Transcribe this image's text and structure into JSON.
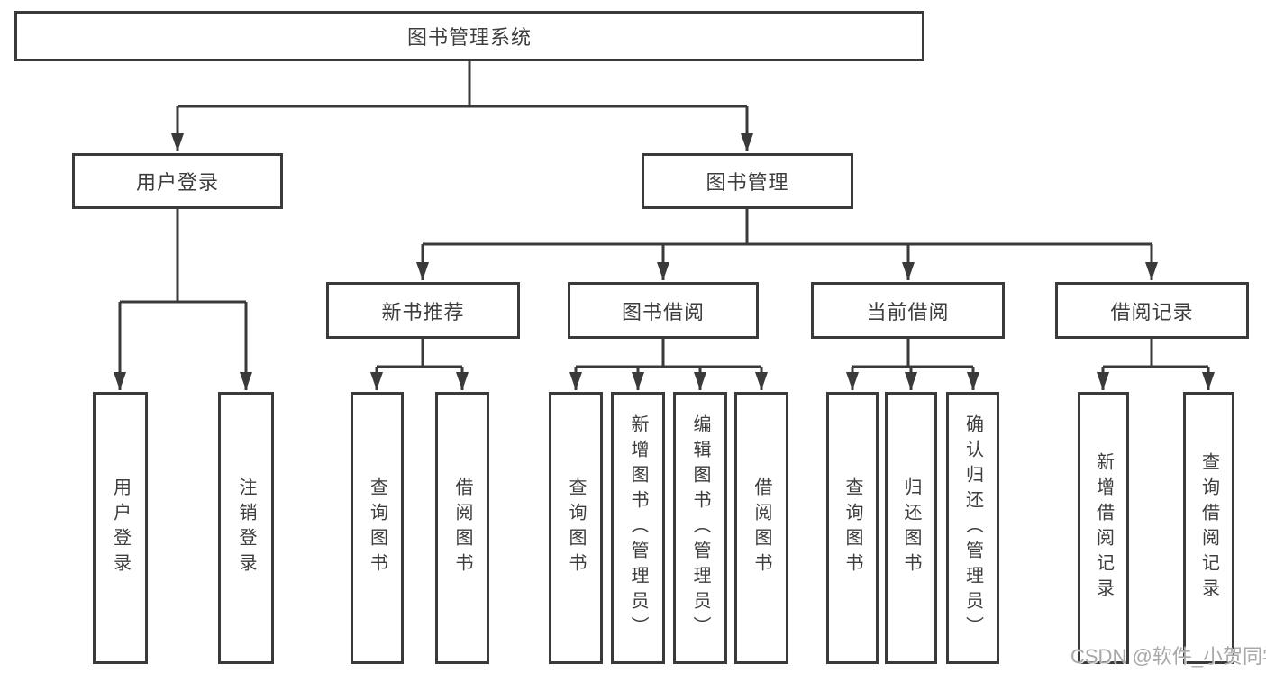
{
  "diagram": {
    "root": {
      "label": "图书管理系统"
    },
    "branches": [
      {
        "label": "用户登录",
        "children": [
          {
            "label": "用户登录"
          },
          {
            "label": "注销登录"
          }
        ]
      },
      {
        "label": "图书管理",
        "children": [
          {
            "label": "新书推荐",
            "children": [
              {
                "label": "查询图书"
              },
              {
                "label": "借阅图书"
              }
            ]
          },
          {
            "label": "图书借阅",
            "children": [
              {
                "label": "查询图书"
              },
              {
                "label": "新增图书（管理员）"
              },
              {
                "label": "编辑图书（管理员）"
              },
              {
                "label": "借阅图书"
              }
            ]
          },
          {
            "label": "当前借阅",
            "children": [
              {
                "label": "查询图书"
              },
              {
                "label": "归还图书"
              },
              {
                "label": "确认归还（管理员）"
              }
            ]
          },
          {
            "label": "借阅记录",
            "children": [
              {
                "label": "新增借阅记录"
              },
              {
                "label": "查询借阅记录"
              }
            ]
          }
        ]
      }
    ]
  },
  "watermark": {
    "text": "CSDN @软件_小贺同学"
  },
  "colors": {
    "line": "#3a3a3a",
    "text": "#3d3d3d",
    "watermark_text": "#a8a8a8",
    "background": "#ffffff"
  }
}
